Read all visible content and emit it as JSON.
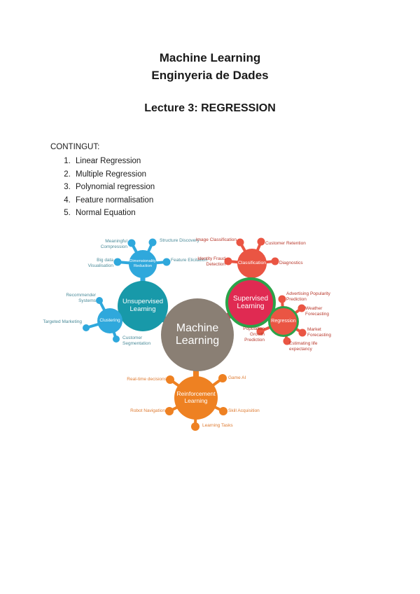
{
  "header": {
    "title_line1": "Machine Learning",
    "title_line2": "Enginyeria de Dades",
    "lecture": "Lecture 3: REGRESSION"
  },
  "contents": {
    "heading": "CONTINGUT:",
    "items": [
      "Linear Regression",
      "Multiple Regression",
      "Polynomial regression",
      "Feature normalisation",
      "Normal Equation"
    ]
  },
  "diagram": {
    "center_label": "Machine Learning",
    "unsupervised": {
      "label": "Unsupervised Learning",
      "dimensionality_reduction": {
        "label": "Dimensionality Reduction",
        "satellites": [
          "Meaningful Compression",
          "Structure Discovery",
          "Big data Visualisation",
          "Feature Elicitation"
        ]
      },
      "clustering": {
        "label": "Clustering",
        "satellites": [
          "Recommender Systems",
          "Targeted Marketing",
          "Customer Segmentation"
        ]
      }
    },
    "supervised": {
      "label": "Supervised Learning",
      "classification": {
        "label": "Classification",
        "satellites": [
          "Image Classification",
          "Customer Retention",
          "Identity Fraud Detection",
          "Diagnostics"
        ]
      },
      "regression": {
        "label": "Regression",
        "satellites": [
          "Advertising Popularity Prediction",
          "Weather Forecasting",
          "Market Forecasting",
          "Estimating life expectancy",
          "Population Growth Prediction"
        ]
      }
    },
    "reinforcement": {
      "label": "Reinforcement Learning",
      "satellites": [
        "Real-time decisions",
        "Game AI",
        "Robot Navigation",
        "Skill Acquisition",
        "Learning Tasks"
      ]
    },
    "colors": {
      "blue": "#2fa8dc",
      "teal": "#1899a9",
      "salmon": "#ea5543",
      "crimson": "#e02a52",
      "green": "#2ba349",
      "orange": "#ee8122",
      "gray": "#8a7f74",
      "label_teal": "#4b8b99",
      "label_red": "#b8392c",
      "label_orange": "#de7a30"
    }
  }
}
